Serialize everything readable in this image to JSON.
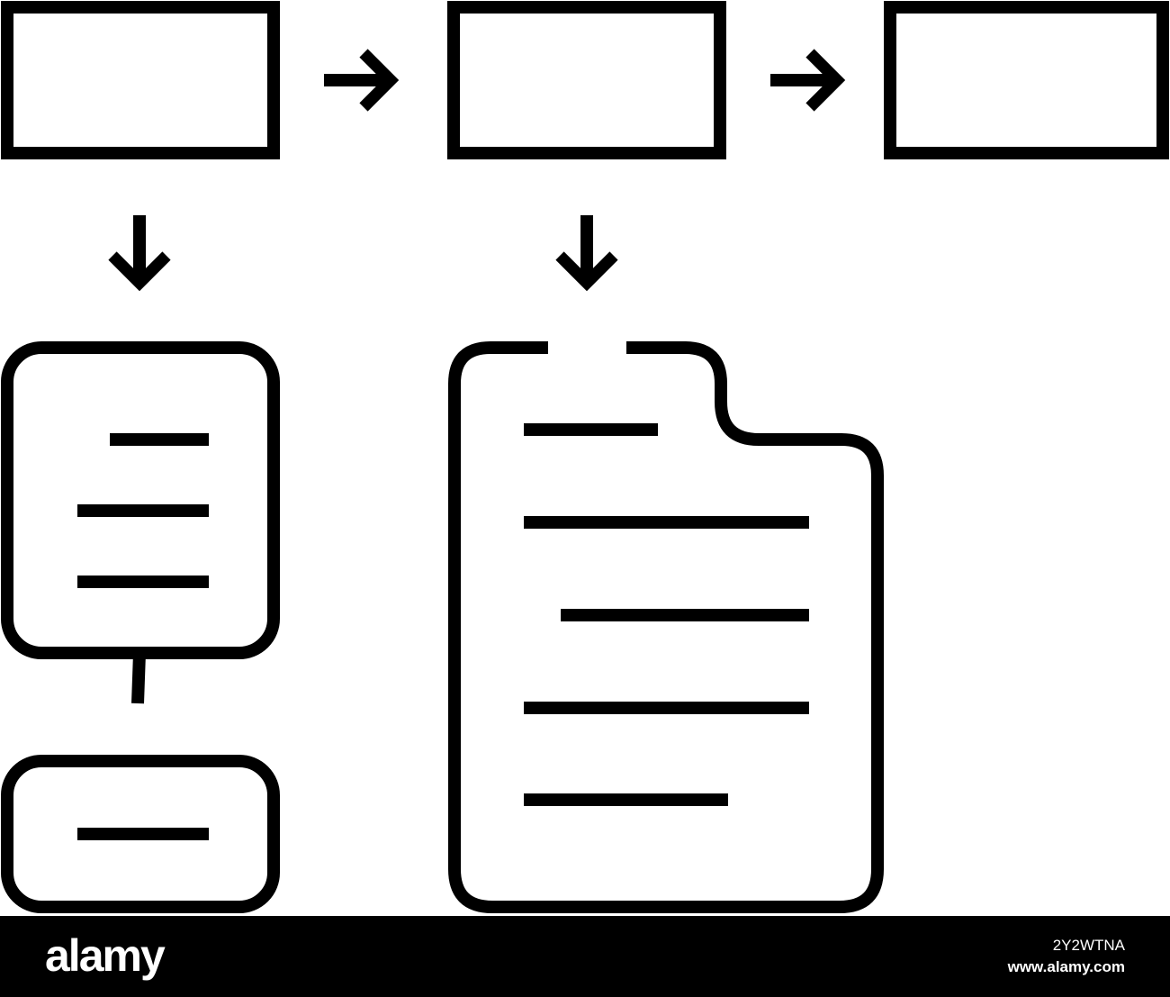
{
  "footer": {
    "brand": "alamy",
    "stock_id": "2Y2WTNA",
    "site_url": "www.alamy.com"
  },
  "colors": {
    "background": "#ffffff",
    "stroke": "#000000",
    "footer_background": "#000000",
    "footer_text": "#ffffff"
  },
  "icons": [
    "arrow-right-icon",
    "arrow-down-icon",
    "document-icon",
    "folded-corner-document-icon"
  ]
}
